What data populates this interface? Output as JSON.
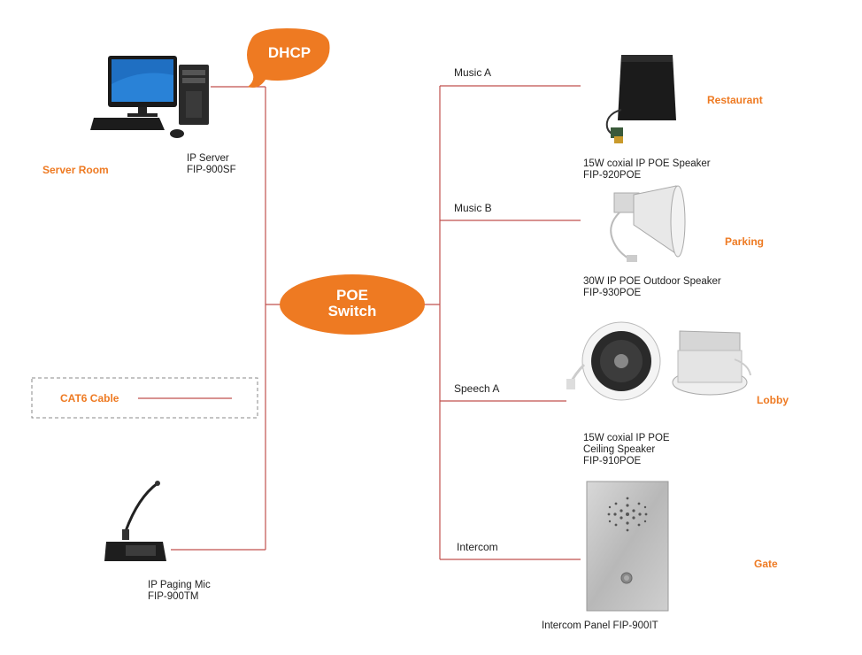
{
  "dhcp_label": "DHCP",
  "switch_label_line1": "POE",
  "switch_label_line2": "Switch",
  "server": {
    "location": "Server Room",
    "name": "IP Server",
    "model": "FIP-900SF"
  },
  "mic": {
    "name": "IP Paging Mic",
    "model": "FIP-900TM"
  },
  "legend": {
    "label": "CAT6 Cable"
  },
  "branches": {
    "music_a": "Music A",
    "music_b": "Music B",
    "speech_a": "Speech A",
    "intercom": "Intercom"
  },
  "devices": {
    "restaurant": {
      "location": "Restaurant",
      "line1": "15W coxial IP POE Speaker",
      "line2": "FIP-920POE"
    },
    "parking": {
      "location": "Parking",
      "line1": "30W IP POE Outdoor Speaker",
      "line2": "FIP-930POE"
    },
    "lobby": {
      "location": "Lobby",
      "line1": "15W coxial IP POE",
      "line2": "Ceiling Speaker",
      "line3": "FIP-910POE"
    },
    "gate": {
      "location": "Gate",
      "line1": "Intercom Panel FIP-900IT"
    }
  },
  "colors": {
    "wire": "#c0504d",
    "accent": "#ee7a22"
  }
}
